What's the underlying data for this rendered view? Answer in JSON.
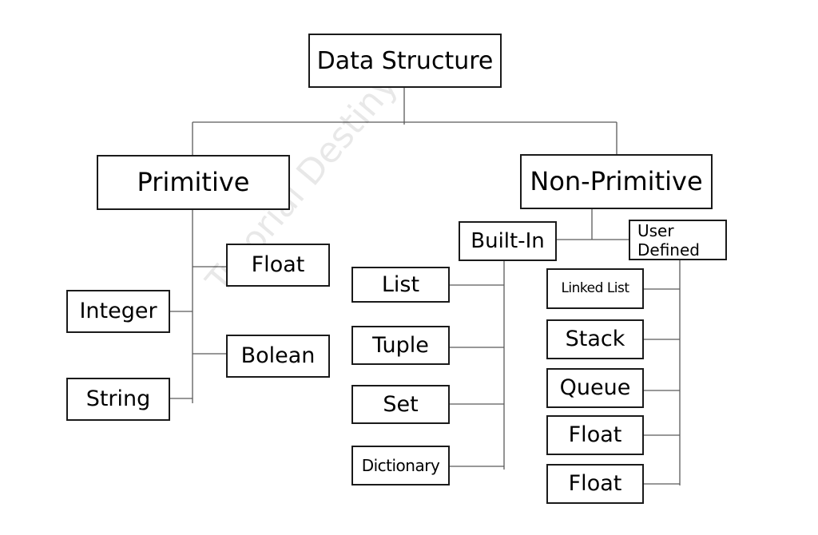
{
  "diagram": {
    "watermark": "Tutorial Destiny",
    "root": "Data Structure",
    "primitive": {
      "label": "Primitive",
      "children": [
        "Float",
        "Integer",
        "Bolean",
        "String"
      ]
    },
    "non_primitive": {
      "label": "Non-Primitive",
      "built_in": {
        "label": "Built-In",
        "children": [
          "List",
          "Tuple",
          "Set",
          "Dictionary"
        ]
      },
      "user_defined": {
        "label": "User Defined",
        "children": [
          "Linked List",
          "Stack",
          "Queue",
          "Float",
          "Float"
        ]
      }
    }
  }
}
